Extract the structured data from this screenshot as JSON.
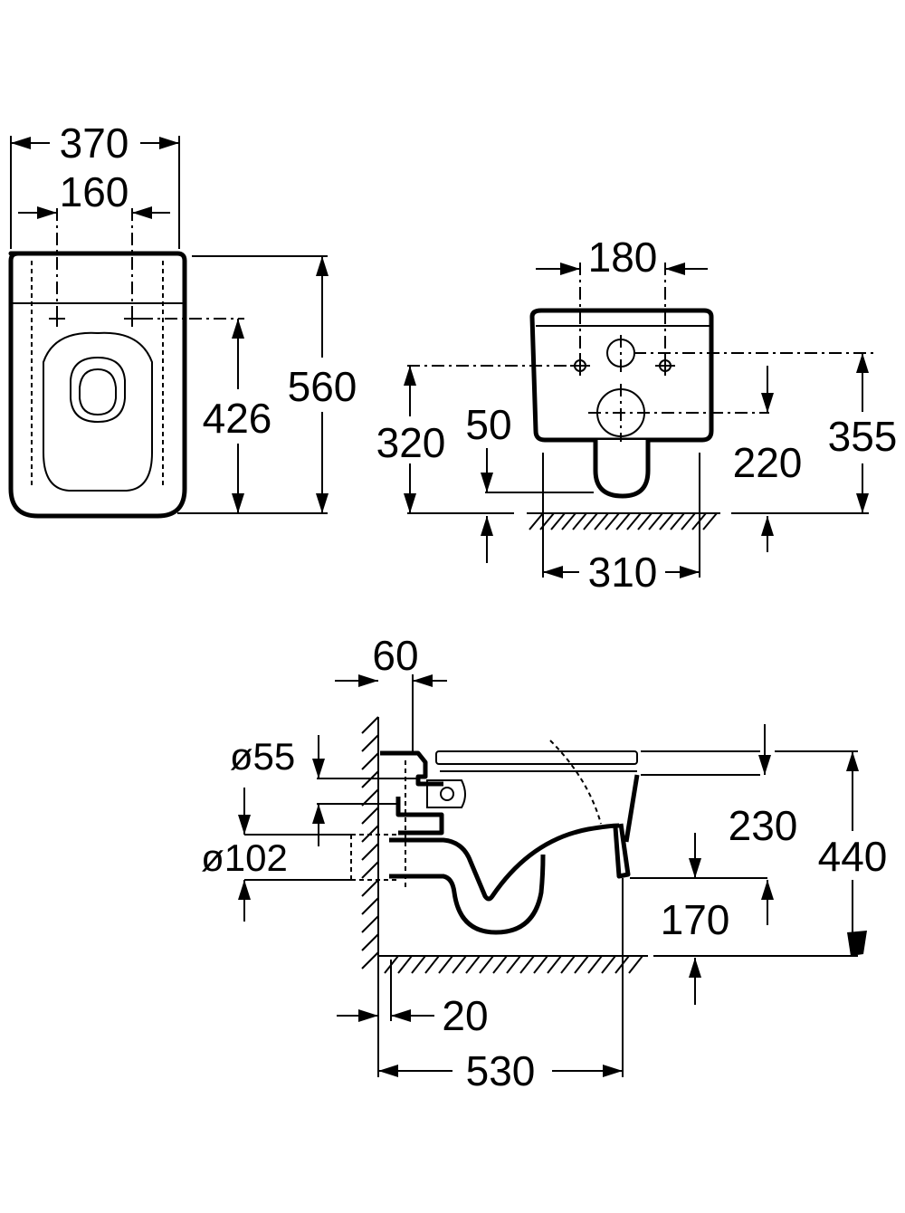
{
  "dimensions": {
    "top_view": {
      "width_total": "370",
      "fixing_centres": "160",
      "fixing_to_front": "426",
      "length_total": "560"
    },
    "front_view": {
      "fixing_centres": "180",
      "fixing_height": "320",
      "outlet_height": "50",
      "inlet_height": "220",
      "total_height": "355",
      "outlet_width": "310"
    },
    "side_view": {
      "wall_gap": "60",
      "inlet_diameter": "ø55",
      "outlet_diameter": "ø102",
      "seat_to_rim": "230",
      "overall_height": "440",
      "outlet_to_floor": "170",
      "wall_offset": "20",
      "projection": "530"
    }
  }
}
